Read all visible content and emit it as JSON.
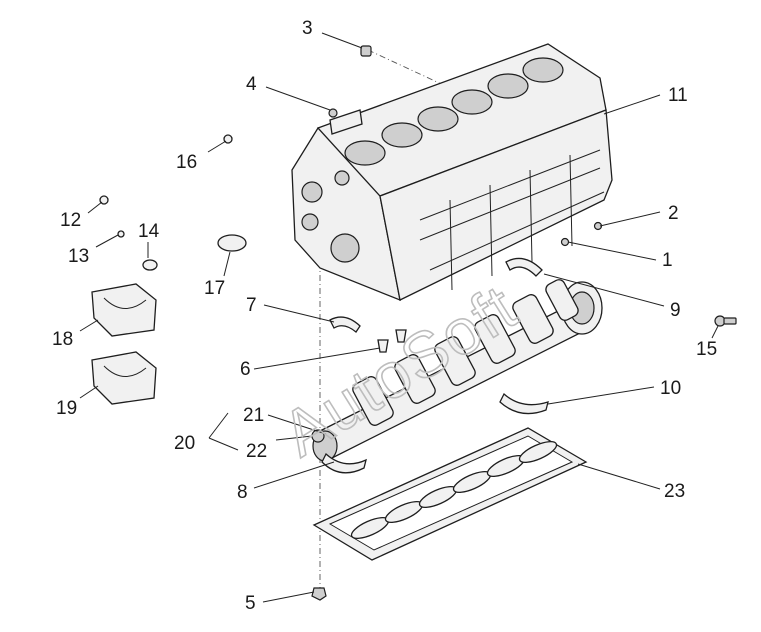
{
  "watermark": "AutoSoft",
  "callouts": [
    {
      "id": "c1",
      "text": "1"
    },
    {
      "id": "c2",
      "text": "2"
    },
    {
      "id": "c3",
      "text": "3"
    },
    {
      "id": "c4",
      "text": "4"
    },
    {
      "id": "c5",
      "text": "5"
    },
    {
      "id": "c6",
      "text": "6"
    },
    {
      "id": "c7",
      "text": "7"
    },
    {
      "id": "c8",
      "text": "8"
    },
    {
      "id": "c9",
      "text": "9"
    },
    {
      "id": "c10",
      "text": "10"
    },
    {
      "id": "c11",
      "text": "11"
    },
    {
      "id": "c12",
      "text": "12"
    },
    {
      "id": "c13",
      "text": "13"
    },
    {
      "id": "c14",
      "text": "14"
    },
    {
      "id": "c15",
      "text": "15"
    },
    {
      "id": "c16",
      "text": "16"
    },
    {
      "id": "c17",
      "text": "17"
    },
    {
      "id": "c18",
      "text": "18"
    },
    {
      "id": "c19",
      "text": "19"
    },
    {
      "id": "c20",
      "text": "20"
    },
    {
      "id": "c21",
      "text": "21"
    },
    {
      "id": "c22",
      "text": "22"
    },
    {
      "id": "c23",
      "text": "23"
    }
  ]
}
